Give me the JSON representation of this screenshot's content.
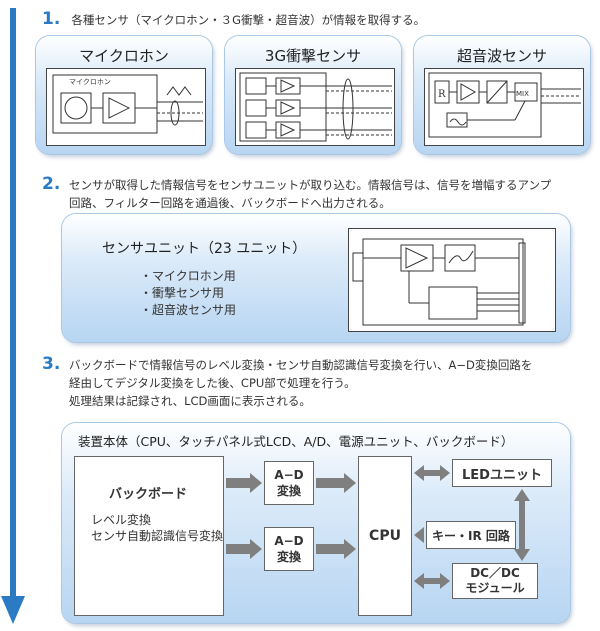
{
  "steps": [
    {
      "num": "1.",
      "text": "各種センサ（マイクロホン・３G衝撃・超音波）が情報を取得する。"
    },
    {
      "num": "2.",
      "text_line1": "センサが取得した情報信号をセンサユニットが取り込む。情報信号は、信号を増幅するアンプ",
      "text_line2": "回路、フィルター回路を通過後、バックボードへ出力される。"
    },
    {
      "num": "3.",
      "text_line1": "バックボードで情報信号のレベル変換・センサ自動認識信号変換を行い、A−D変換回路を",
      "text_line2": "経由してデジタル変換をした後、CPU部で処理を行う。",
      "text_line3": "処理結果は記録され、LCD画面に表示される。"
    }
  ],
  "sensors": [
    {
      "title": "マイクロホン",
      "inner_label": "マイクロホン"
    },
    {
      "title": "3G衝撃センサ"
    },
    {
      "title": "超音波センサ",
      "inner_text": "MIX"
    }
  ],
  "sensor_unit": {
    "title": "センサユニット（23 ユニット）",
    "items": [
      "・マイクロホン用",
      "・衝撃センサ用",
      "・超音波センサ用"
    ]
  },
  "device": {
    "title": "装置本体（CPU、タッチパネル式LCD、A/D、電源ユニット、バックボード）",
    "backboard_title": "バックボード",
    "backboard_line1": "レベル変換",
    "backboard_line2": "センサ自動認識信号変換",
    "ad1_line1": "A−D",
    "ad1_line2": "変換",
    "ad2_line1": "A−D",
    "ad2_line2": "変換",
    "cpu": "CPU",
    "led": "LEDユニット",
    "key": "キー・IR 回路",
    "dcdc_line1": "DC／DC",
    "dcdc_line2": "モジュール"
  },
  "colors": {
    "accent": "#2a7bc4",
    "arrow_gray": "#7f7f7f",
    "card_border": "#aac8e6"
  }
}
